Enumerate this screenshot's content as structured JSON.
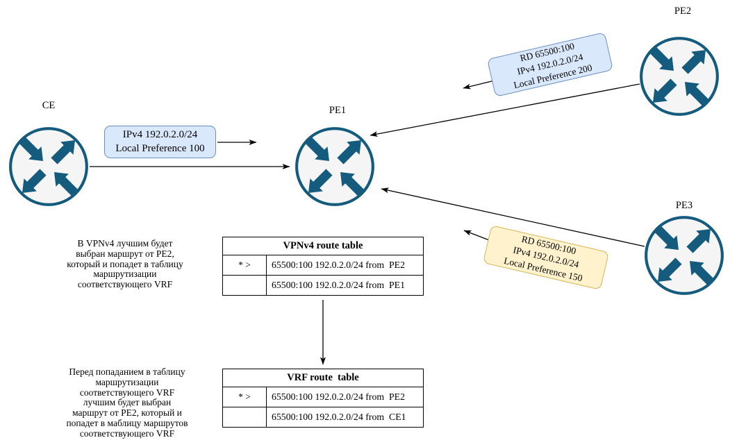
{
  "colors": {
    "arrow": "#000000",
    "router_stroke": "#155b7d",
    "router_fill": "#f5f5f5",
    "blue_box_fill": "#dae8fc",
    "blue_box_stroke": "#6c8ebf",
    "yellow_box_fill": "#fff2cc",
    "yellow_box_stroke": "#d6b656"
  },
  "routers": {
    "ce": {
      "label": "CE"
    },
    "pe1": {
      "label": "PE1"
    },
    "pe2": {
      "label": "PE2"
    },
    "pe3": {
      "label": "PE3"
    }
  },
  "route_labels": {
    "ce_to_pe1": {
      "lines": [
        "IPv4 192.0.2.0/24",
        "Local Preference 100"
      ]
    },
    "pe2_to_pe1": {
      "lines": [
        "RD 65500:100",
        "IPv4 192.0.2.0/24",
        "Local Preference 200"
      ]
    },
    "pe3_to_pe1": {
      "lines": [
        "RD 65500:100",
        "IPv4 192.0.2.0/24",
        "Local Preference 150"
      ]
    }
  },
  "tables": {
    "vpnv4": {
      "title": "VPNv4 route table",
      "rows": [
        {
          "flag": "* >",
          "route": "65500:100 192.0.2.0/24 from  PE2"
        },
        {
          "flag": "",
          "route": "65500:100 192.0.2.0/24 from  PE1"
        }
      ]
    },
    "vrf": {
      "title": "VRF route  table",
      "rows": [
        {
          "flag": "* >",
          "route": "65500:100 192.0.2.0/24 from  PE2"
        },
        {
          "flag": "",
          "route": "65500:100 192.0.2.0/24 from  CE1"
        }
      ]
    }
  },
  "annotations": {
    "vpnv4_note": "В VPNv4 лучшим будет\nвыбран маршрут от PE2,\nкоторый и попадет в таблицу\nмаршрутизации\nсоответствующего VRF",
    "vrf_note": "Перед попаданием в таблицу\nмаршрутизации\nсоответствующего VRF\nлучшим будет выбран\nмаршрут от PE2, который и\nпопадет в маблицу маршрутов\nсоответствующего VRF"
  }
}
